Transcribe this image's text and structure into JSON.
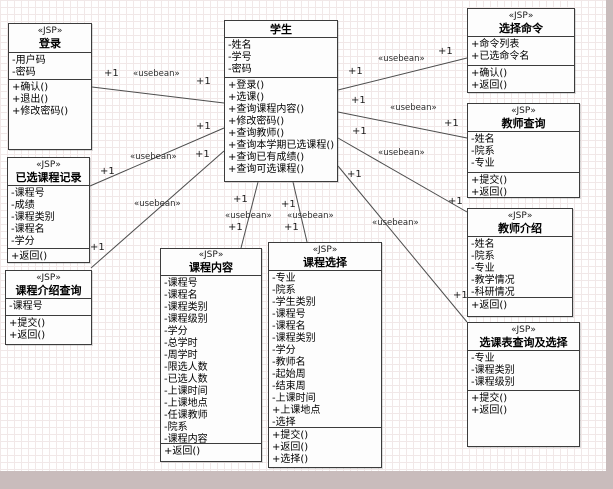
{
  "diagram": {
    "kind": "uml-class-diagram",
    "colors": {
      "box_fill": "#fdfdfd",
      "box_border": "#3c3c3c",
      "line": "#4d4d4d",
      "grid": "#f1e8e8",
      "margin": "#c9bcbc"
    }
  },
  "classes": {
    "login": {
      "stereotype": "«JSP»",
      "name": "登录",
      "attributes": [
        "-用户码",
        "-密码"
      ],
      "methods": [
        "+确认()",
        "+退出()",
        "+修改密码()"
      ]
    },
    "student": {
      "stereotype": "",
      "name": "学生",
      "attributes": [
        "-姓名",
        "-学号",
        "-密码"
      ],
      "methods": [
        "+登录()",
        "+选课()",
        "+查询课程内容()",
        "+修改密码()",
        "+查询教师()",
        "+查询本学期已选课程()",
        "+查询已有成绩()",
        "+查询可选课程()"
      ]
    },
    "select_command": {
      "stereotype": "«JSP»",
      "name": "选择命令",
      "attributes": [
        "+命令列表",
        "+已选命令名"
      ],
      "methods": [
        "+确认()",
        "+返回()"
      ]
    },
    "teacher_query": {
      "stereotype": "«JSP»",
      "name": "教师查询",
      "attributes": [
        "-姓名",
        "-院系",
        "-专业"
      ],
      "methods": [
        "+提交()",
        "+返回()"
      ]
    },
    "teacher_intro": {
      "stereotype": "«JSP»",
      "name": "教师介绍",
      "attributes": [
        "-姓名",
        "-院系",
        "-专业",
        "-教学情况",
        "-科研情况"
      ],
      "methods": [
        "+返回()"
      ]
    },
    "course_table": {
      "stereotype": "«JSP»",
      "name": "选课表查询及选择",
      "attributes": [
        "-专业",
        "-课程类别",
        "-课程级别"
      ],
      "methods": [
        "+提交()",
        "+返回()"
      ]
    },
    "selected_records": {
      "stereotype": "«JSP»",
      "name": "已选课程记录",
      "attributes": [
        "-课程号",
        "-成绩",
        "-课程类别",
        "-课程名",
        "-学分"
      ],
      "methods": [
        "+返回()"
      ]
    },
    "course_intro_query": {
      "stereotype": "«JSP»",
      "name": "课程介绍查询",
      "attributes": [
        "-课程号"
      ],
      "methods": [
        "+提交()",
        "+返回()"
      ]
    },
    "course_content": {
      "stereotype": "«JSP»",
      "name": "课程内容",
      "attributes": [
        "-课程号",
        "-课程名",
        "-课程类别",
        "-课程级别",
        "-学分",
        "-总学时",
        "-周学时",
        "-限选人数",
        "-已选人数",
        "-上课时间",
        "-上课地点",
        "-任课教师",
        "-院系",
        "-课程内容"
      ],
      "methods": [
        "+返回()"
      ]
    },
    "course_select": {
      "stereotype": "«JSP»",
      "name": "课程选择",
      "attributes": [
        "-专业",
        "-院系",
        "-学生类别",
        "-课程号",
        "-课程名",
        "-课程类别",
        "-学分",
        "-教师名",
        "-起始周",
        "-结束周",
        "-上课时间",
        "+上课地点",
        "-选择"
      ],
      "methods": [
        "+提交()",
        "+返回()",
        "+选择()"
      ]
    }
  },
  "connections": [
    {
      "from": "登录",
      "to": "学生",
      "stereotype": "«usebean»",
      "from_multiplicity": "+1",
      "to_multiplicity": "+1"
    },
    {
      "from": "已选课程记录",
      "to": "学生",
      "stereotype": "«usebean»",
      "from_multiplicity": "+1",
      "to_multiplicity": "+1"
    },
    {
      "from": "课程介绍查询",
      "to": "学生",
      "stereotype": "«usebean»",
      "from_multiplicity": "+1",
      "to_multiplicity": "+1"
    },
    {
      "from": "学生",
      "to": "课程内容",
      "stereotype": "«usebean»",
      "from_multiplicity": "+1",
      "to_multiplicity": "+1"
    },
    {
      "from": "学生",
      "to": "课程选择",
      "stereotype": "«usebean»",
      "from_multiplicity": "+1",
      "to_multiplicity": "+1"
    },
    {
      "from": "学生",
      "to": "选择命令",
      "stereotype": "«usebean»",
      "from_multiplicity": "+1",
      "to_multiplicity": "+1"
    },
    {
      "from": "学生",
      "to": "教师查询",
      "stereotype": "«usebean»",
      "from_multiplicity": "+1",
      "to_multiplicity": "+1"
    },
    {
      "from": "学生",
      "to": "教师介绍",
      "stereotype": "«usebean»",
      "from_multiplicity": "+1",
      "to_multiplicity": "+1"
    },
    {
      "from": "学生",
      "to": "选课表查询及选择",
      "stereotype": "«usebean»",
      "from_multiplicity": "+1",
      "to_multiplicity": "+1"
    }
  ]
}
